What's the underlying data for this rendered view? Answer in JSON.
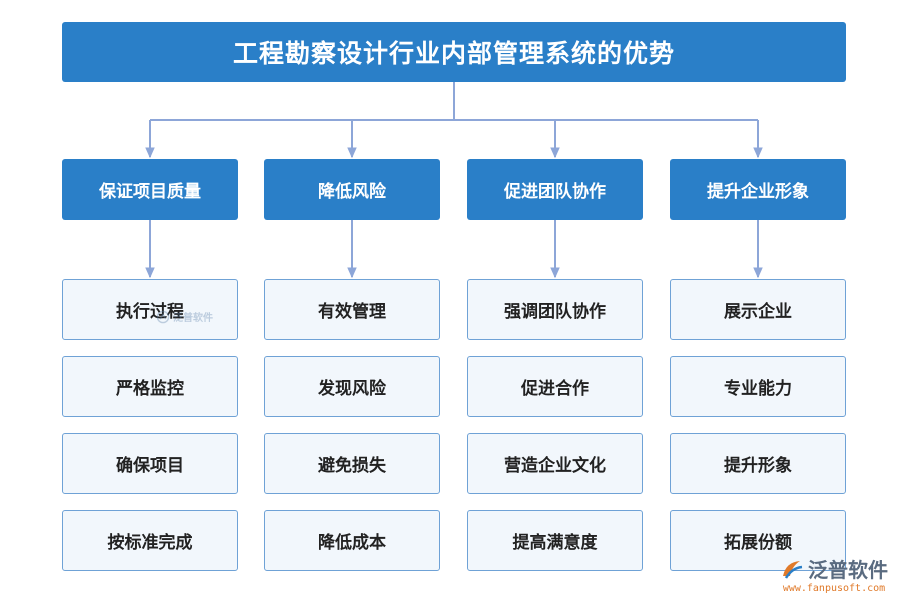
{
  "title": "工程勘察设计行业内部管理系统的优势",
  "colors": {
    "header": "#2a7fc8",
    "item_bg": "#f2f7fc",
    "item_border": "#6fa2d6",
    "connector": "#8da6d8"
  },
  "categories": [
    {
      "label": "保证项目质量",
      "items": [
        "执行过程",
        "严格监控",
        "确保项目",
        "按标准完成"
      ]
    },
    {
      "label": "降低风险",
      "items": [
        "有效管理",
        "发现风险",
        "避免损失",
        "降低成本"
      ]
    },
    {
      "label": "促进团队协作",
      "items": [
        "强调团队协作",
        "促进合作",
        "营造企业文化",
        "提高满意度"
      ]
    },
    {
      "label": "提升企业形象",
      "items": [
        "展示企业",
        "专业能力",
        "提升形象",
        "拓展份额"
      ]
    }
  ],
  "watermark": {
    "text": "泛普软件",
    "icon": "fanpu-logo-icon"
  },
  "logo": {
    "name": "泛普软件",
    "url": "www.fanpusoft.com",
    "icon": "fanpu-logo-icon"
  }
}
